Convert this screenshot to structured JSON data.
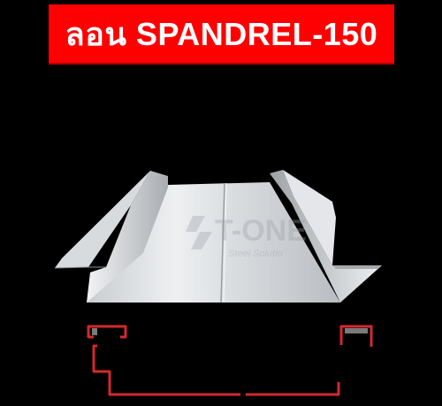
{
  "title": "ลอน SPANDREL-150",
  "watermark": {
    "brand": "T-ONE",
    "tagline": "Steel Solutio"
  },
  "colors": {
    "banner": "#ff0000",
    "background": "#000000",
    "profile_line": "#d4282e",
    "steel_light": "#eceef0",
    "steel_mid": "#c8cbce",
    "steel_dark": "#8d9094"
  }
}
